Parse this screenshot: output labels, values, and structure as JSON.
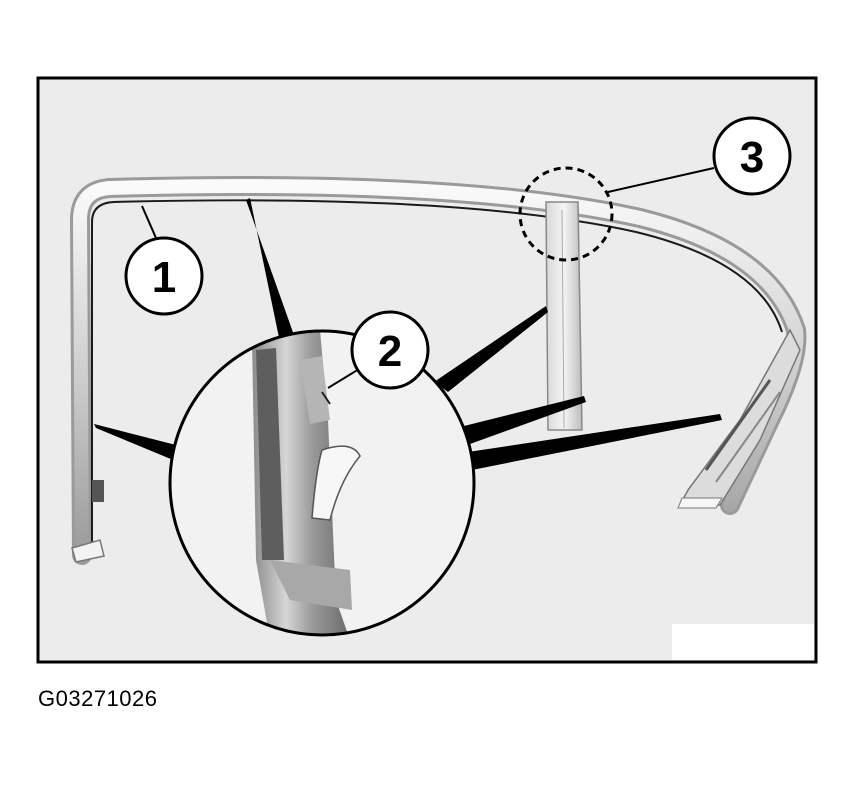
{
  "figure": {
    "id_label": "G03271026",
    "background_color": "#ececec",
    "frame_color": "#000000"
  },
  "callouts": [
    {
      "number": "1",
      "part": "outer-frame-trim-strip"
    },
    {
      "number": "2",
      "part": "pillar-trim-clip-detail"
    },
    {
      "number": "3",
      "part": "upper-joint-area"
    }
  ]
}
